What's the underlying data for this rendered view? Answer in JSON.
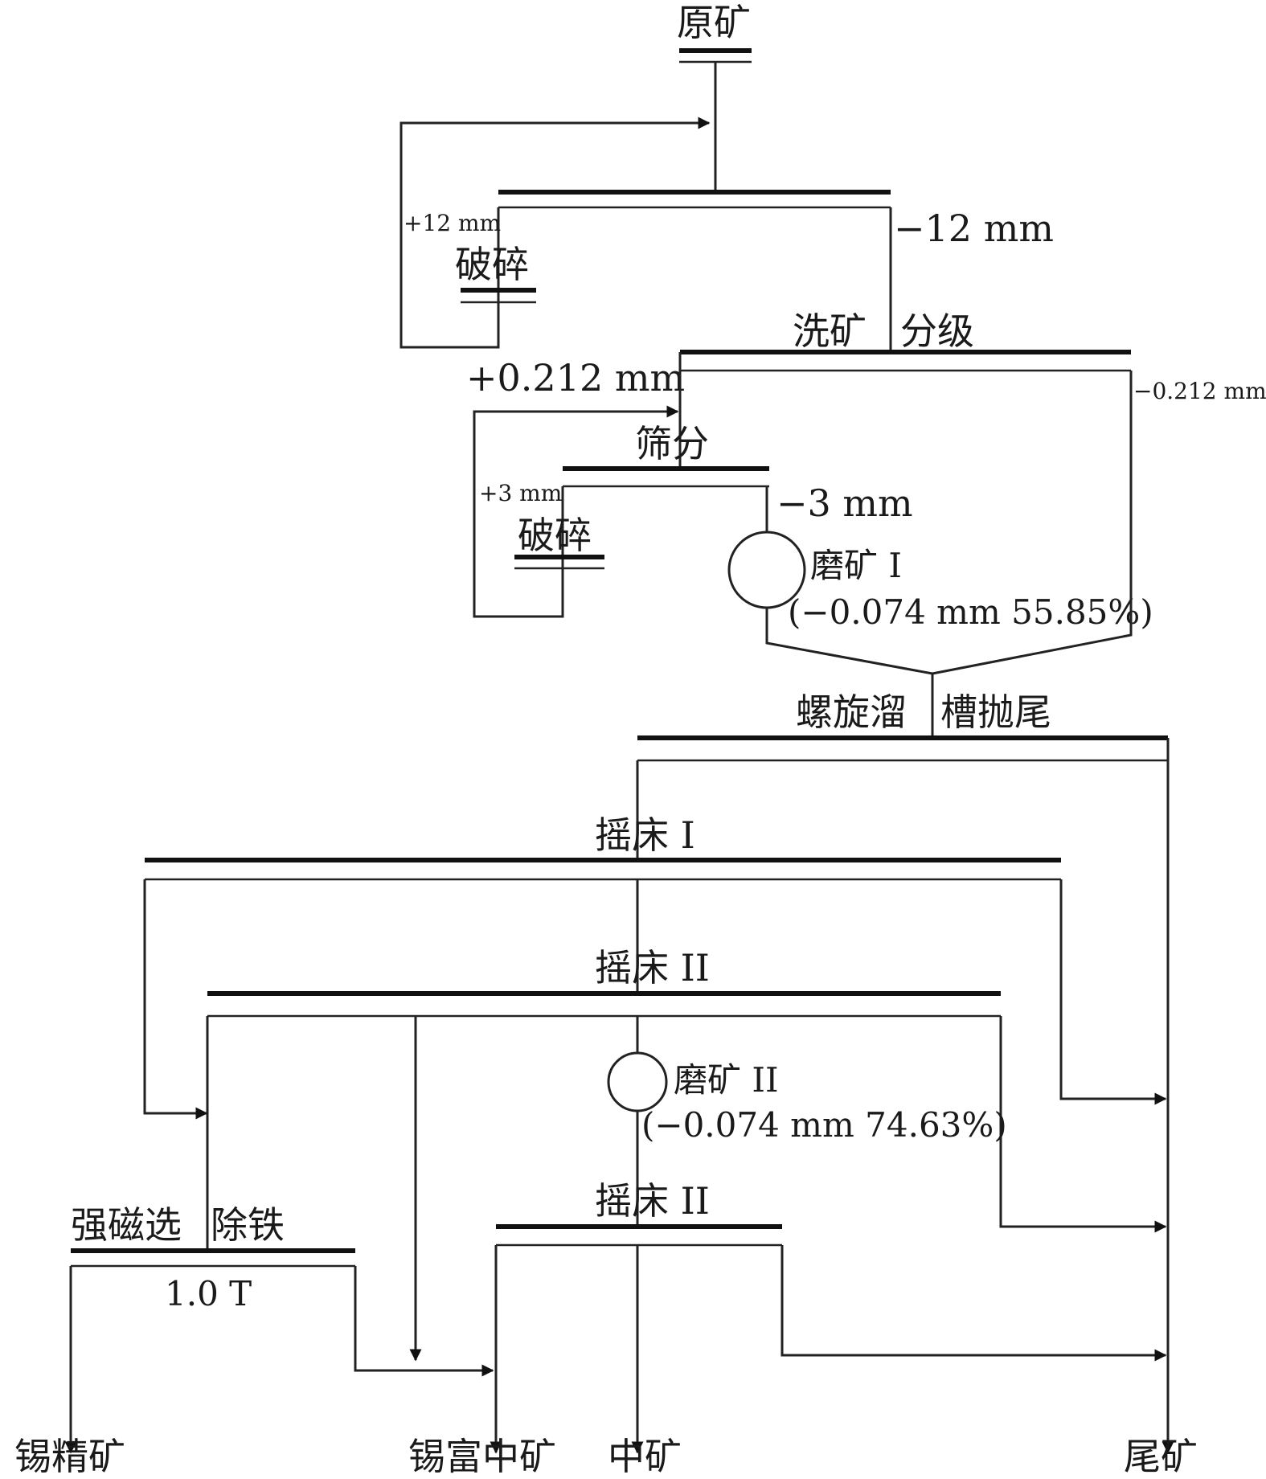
{
  "flowsheet": {
    "raw_ore": "原矿",
    "crushing": "破碎",
    "plus_12mm": "+12 mm",
    "minus_12mm": "−12 mm",
    "washing": "洗矿",
    "grading": "分级",
    "plus_0212mm": "+0.212 mm",
    "minus_0212mm": "−0.212 mm",
    "screening": "筛分",
    "plus_3mm": "+3 mm",
    "minus_3mm": "−3 mm",
    "grinding_1": "磨矿 I",
    "grinding_1_spec": "(−0.074 mm 55.85%)",
    "spiral_chute": "螺旋溜",
    "tailing_discard": "槽抛尾",
    "shaking_table_1": "摇床 I",
    "shaking_table_2": "摇床 II",
    "grinding_2": "磨矿 II",
    "grinding_2_spec": "(−0.074 mm 74.63%)",
    "shaking_table_2b": "摇床 II",
    "magnetic_sep": "强磁选",
    "iron_removal": "除铁",
    "field_strength": "1.0 T",
    "tin_concentrate": "锡精矿",
    "tin_rich_middling": "锡富中矿",
    "middling": "中矿",
    "tailings": "尾矿"
  }
}
